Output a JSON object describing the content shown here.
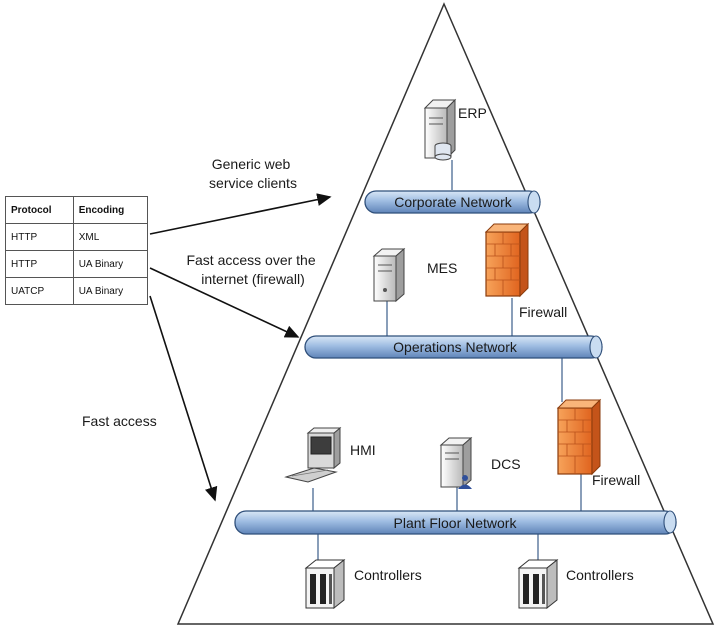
{
  "protocol_table": {
    "headers": [
      "Protocol",
      "Encoding"
    ],
    "rows": [
      [
        "HTTP",
        "XML"
      ],
      [
        "HTTP",
        "UA Binary"
      ],
      [
        "UATCP",
        "UA Binary"
      ]
    ]
  },
  "arrows": {
    "generic": "Generic web\nservice clients",
    "fast_internet": "Fast access over the\ninternet (firewall)",
    "fast_access": "Fast access"
  },
  "networks": {
    "corporate": "Corporate Network",
    "operations": "Operations Network",
    "plant_floor": "Plant Floor Network"
  },
  "nodes": {
    "erp": "ERP",
    "mes": "MES",
    "firewall_top": "Firewall",
    "hmi": "HMI",
    "dcs": "DCS",
    "firewall_bottom": "Firewall",
    "controllers_left": "Controllers",
    "controllers_right": "Controllers"
  },
  "colors": {
    "pyramid_fill": "#ffffff",
    "pyramid_stroke": "#333333",
    "pipe_fill": "#a9c6e8",
    "pipe_stroke": "#2f4f7a",
    "firewall_fill": "#f08a3a",
    "server_fill": "#e6e6e6"
  }
}
